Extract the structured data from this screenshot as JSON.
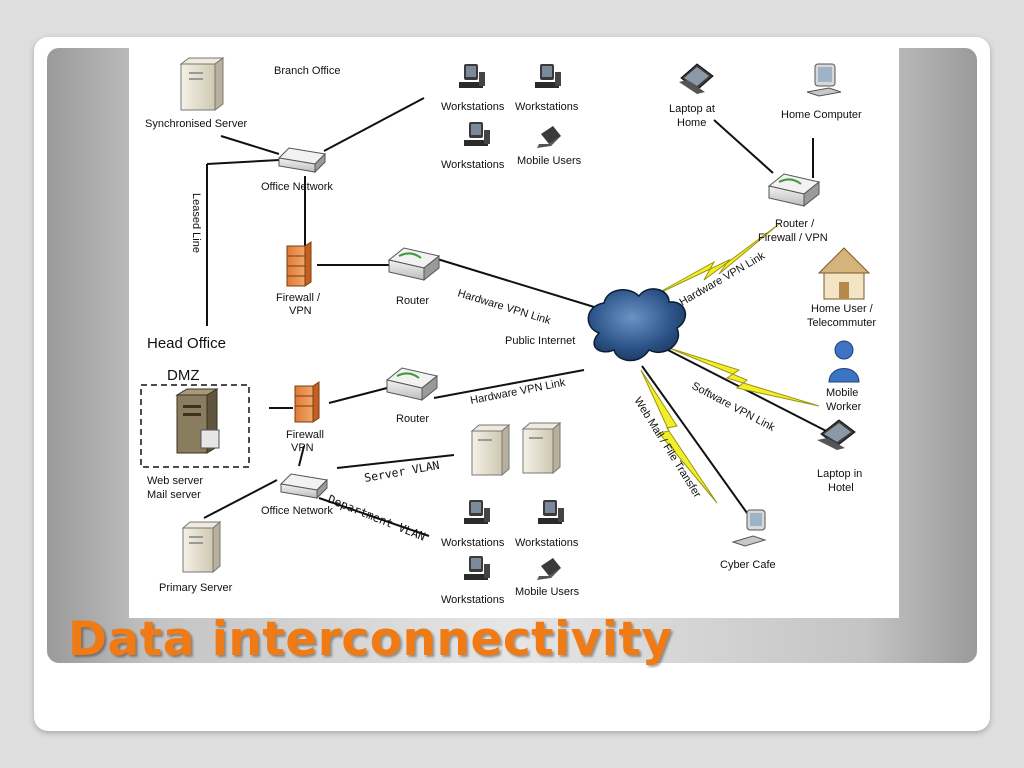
{
  "slide": {
    "title": "Data interconnectivity"
  },
  "diagram": {
    "branch_office": "Branch Office",
    "synchronised_server": "Synchronised Server",
    "workstations_1": "Workstations",
    "workstations_2": "Workstations",
    "workstations_3": "Workstations",
    "mobile_users_1": "Mobile Users",
    "office_network_1": "Office Network",
    "leased_line": "Leased Line",
    "firewall_vpn_1": [
      "Firewall /",
      "VPN"
    ],
    "router_1": "Router",
    "hardware_vpn_link_1": "Hardware VPN Link",
    "public_internet": "Public Internet",
    "head_office": "Head Office",
    "dmz": "DMZ",
    "web_mail_server": [
      "Web server",
      "Mail server"
    ],
    "firewall_vpn_2": [
      "Firewall",
      "VPN"
    ],
    "router_2": "Router",
    "hardware_vpn_link_2": "Hardware VPN Link",
    "server_vlan": "Server VLAN",
    "office_network_2": "Office Network",
    "department_vlan": "Department VLAN",
    "primary_server": "Primary Server",
    "workstations_4": "Workstations",
    "workstations_5": "Workstations",
    "workstations_6": "Workstations",
    "mobile_users_2": "Mobile Users",
    "laptop_at_home": [
      "Laptop at",
      "Home"
    ],
    "home_computer": "Home Computer",
    "router_firewall_vpn": [
      "Router /",
      "Firewall / VPN"
    ],
    "hardware_vpn_link_3": "Hardware VPN Link",
    "home_user": [
      "Home User /",
      "Telecommuter"
    ],
    "mobile_worker": [
      "Mobile",
      "Worker"
    ],
    "software_vpn_link": "Software VPN Link",
    "laptop_in_hotel": [
      "Laptop in",
      "Hotel"
    ],
    "web_mail_file_transfer": "Web Mail / File Transfer",
    "cyber_cafe": "Cyber Cafe"
  }
}
